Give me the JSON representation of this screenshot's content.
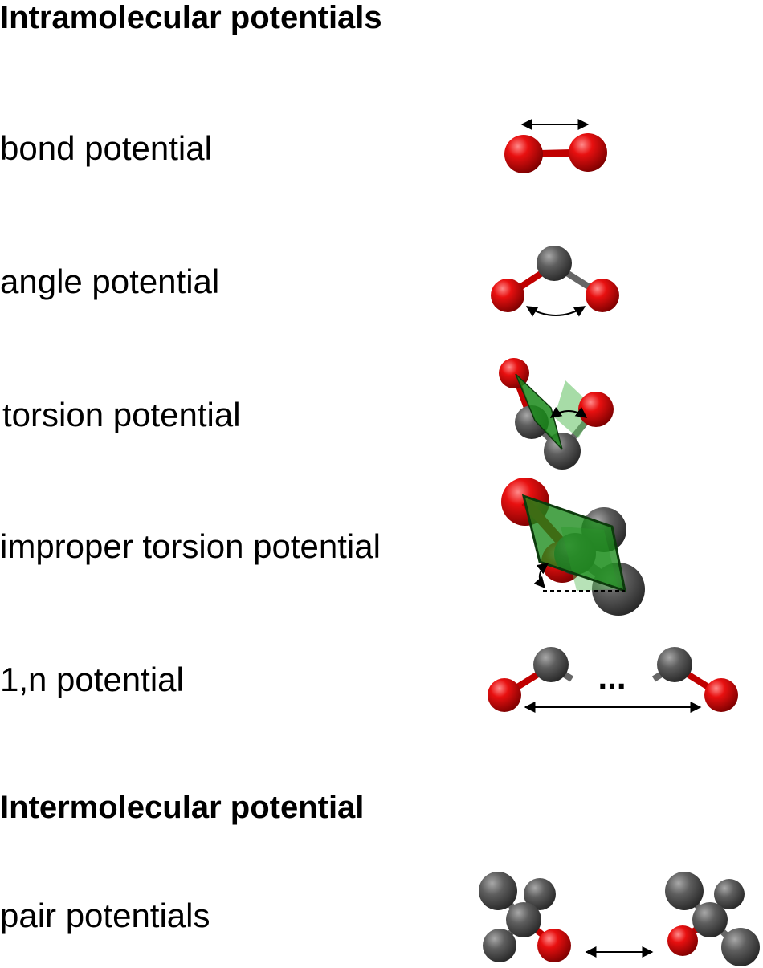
{
  "headings": {
    "intramolecular": "Intramolecular potentials",
    "intermolecular": "Intermolecular potential"
  },
  "labels": {
    "bond": "bond potential",
    "angle": "angle potential",
    "torsion": "torsion potential",
    "improper": "improper torsion potential",
    "one_n": "1,n potential",
    "pair": "pair potentials"
  },
  "ellipsis": "...",
  "colors": {
    "oxygen": "#e00000",
    "carbon": "#555555",
    "plane": "#1a8a1a",
    "text": "#000000"
  }
}
